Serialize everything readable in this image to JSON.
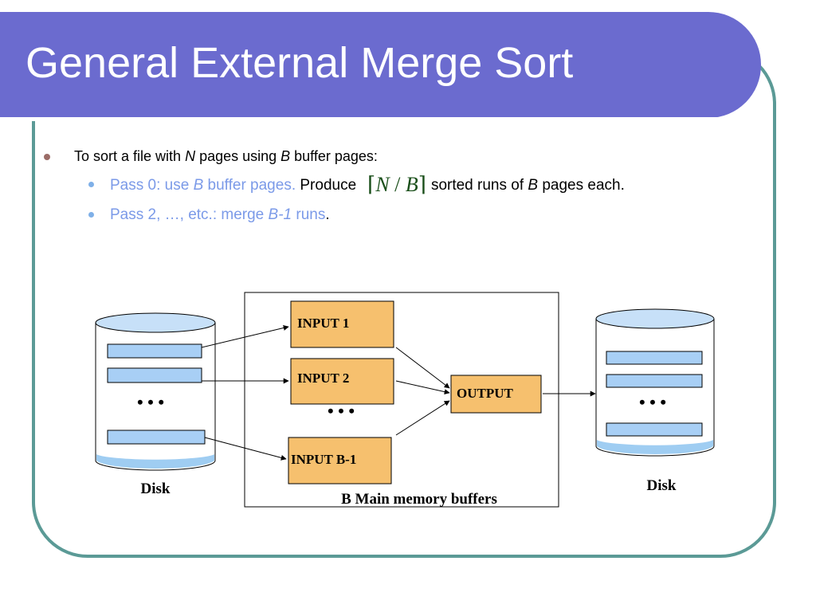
{
  "slide": {
    "title": "General External Merge Sort",
    "bullet1": {
      "t1": "To sort a file with ",
      "n": "N",
      "t2": " pages using ",
      "b": "B",
      "t3": " buffer pages:"
    },
    "sub1": {
      "t1": "Pass 0: use ",
      "b": "B",
      "t2": " buffer pages.",
      "t3": " Produce",
      "formula_n": "N",
      "formula_sep": " / ",
      "formula_b": "B",
      "t4": "sorted runs of ",
      "b2": "B",
      "t5": " pages each."
    },
    "sub2": {
      "t1": "Pass 2, …,  etc.: merge ",
      "b1": "B-1",
      "t2": " runs",
      "t3": "."
    }
  },
  "diagram": {
    "input1": "INPUT 1",
    "input2": "INPUT 2",
    "inputb": "INPUT B-1",
    "output": "OUTPUT",
    "dots": "• • •",
    "disk_left": "Disk",
    "disk_right": "Disk",
    "memory_label": "B Main memory buffers"
  },
  "colors": {
    "title_bar": "#6b6bcf",
    "frame": "#5b9a96",
    "buffer_box": "#f6c06e",
    "disk_fill": "#c7e0f8",
    "page_fill": "#a8cff5",
    "accent_text": "#7b9ae8"
  }
}
